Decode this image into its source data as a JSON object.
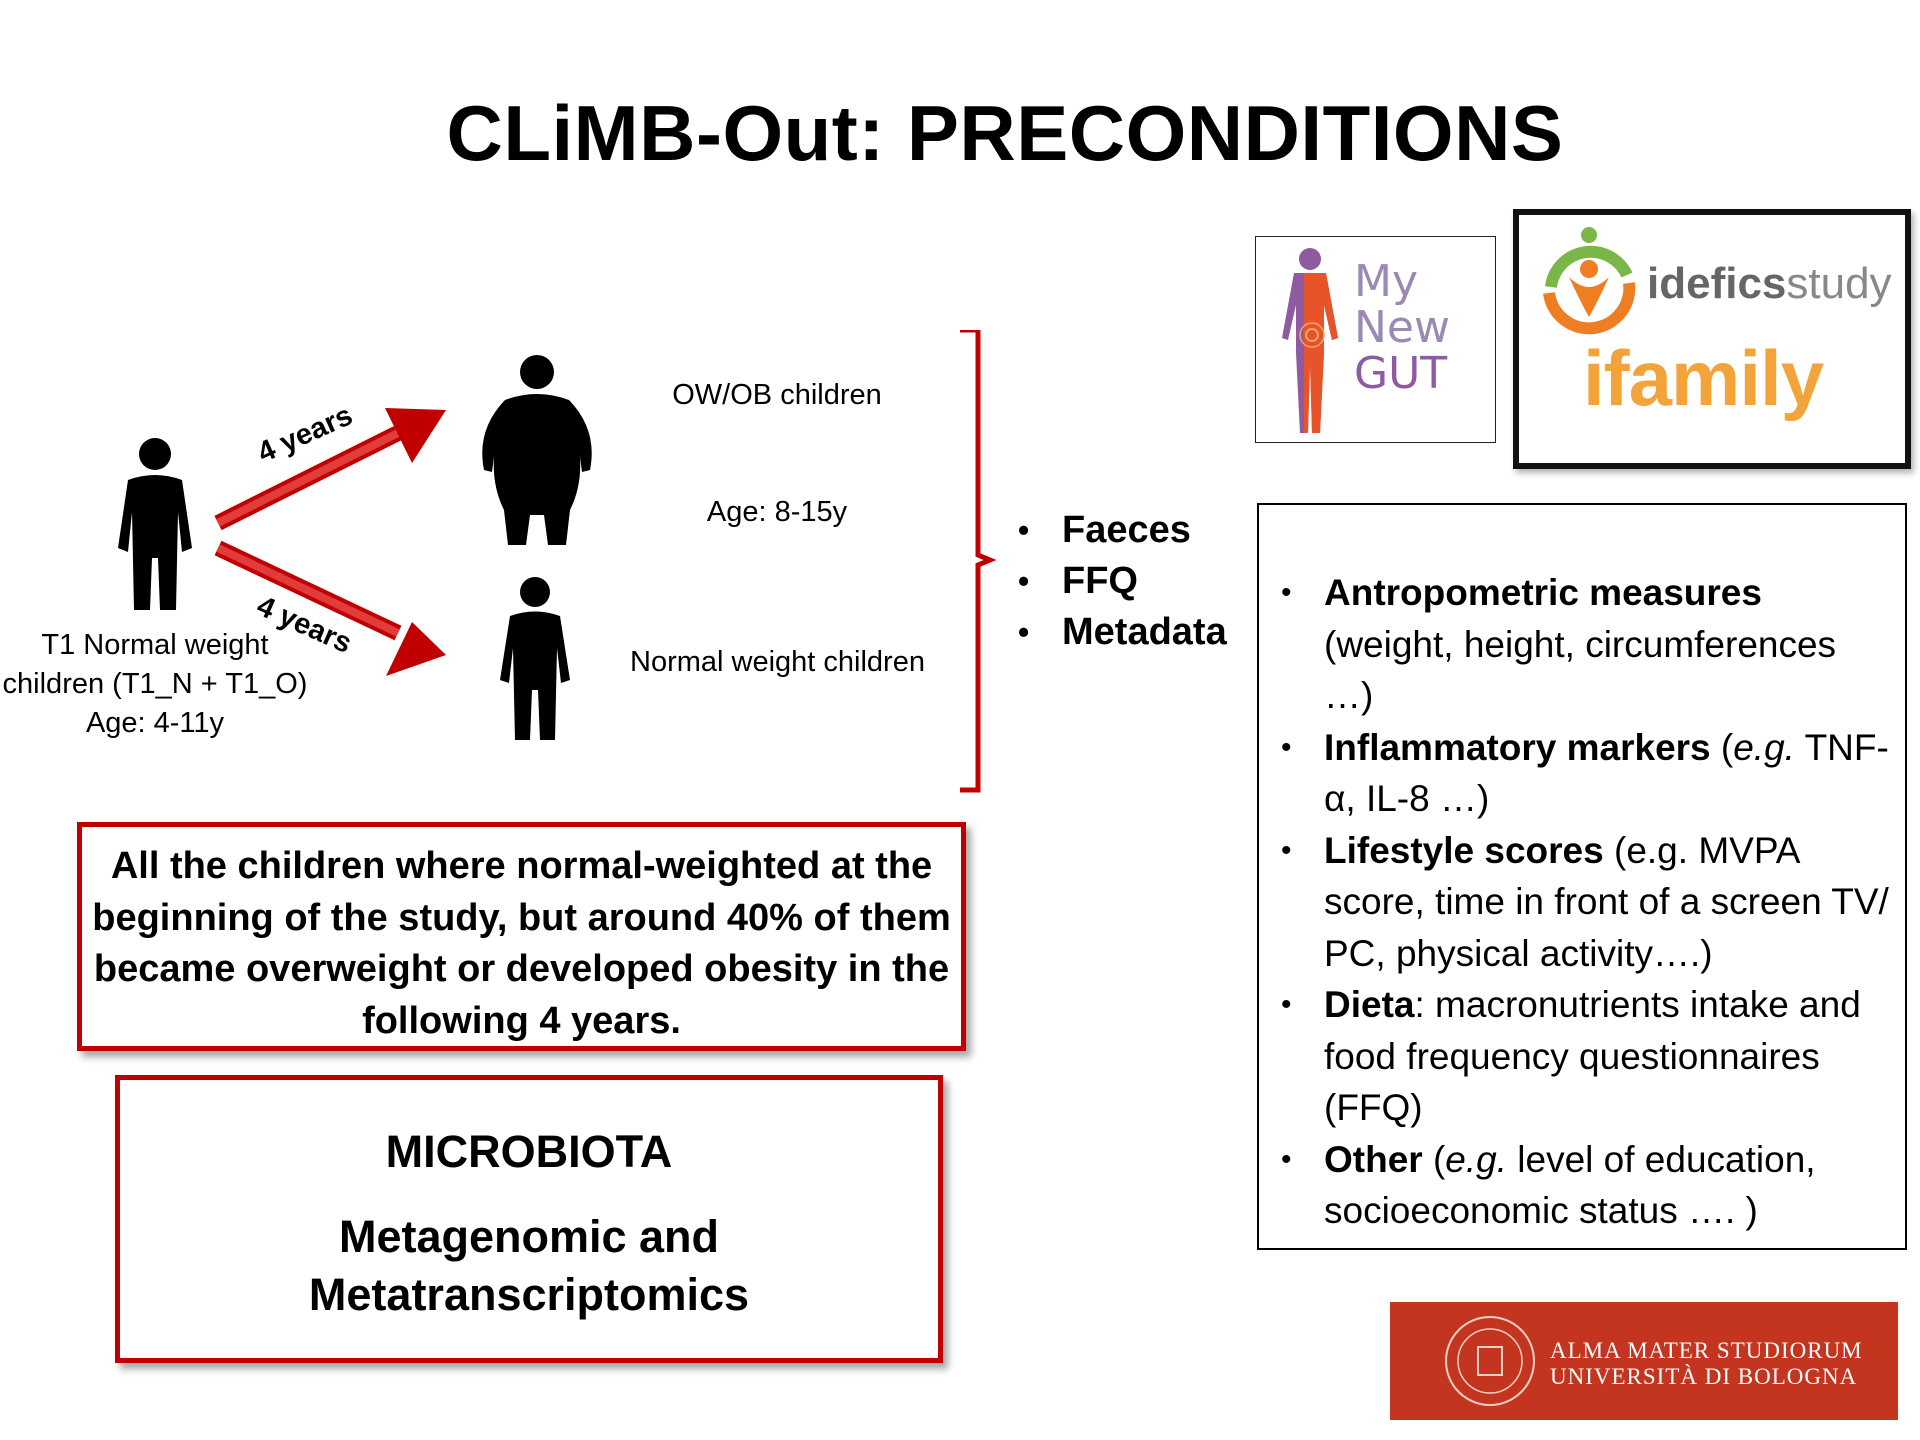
{
  "title": "CLiMB-Out: PRECONDITIONS",
  "diagram": {
    "t1_label": "T1 Normal weight children (T1_N + T1_O)",
    "t1_age": "Age: 4-11y",
    "arrow_upper_label": "4 years",
    "arrow_lower_label": "4 years",
    "owob_label": "OW/OB children",
    "owob_age": "Age: 8-15y",
    "normal_label": "Normal weight children"
  },
  "samples": [
    "Faeces",
    "FFQ",
    "Metadata"
  ],
  "metadata_items": [
    {
      "bold": "Antropometric measures",
      "rest": " (weight, height, circumferences …)"
    },
    {
      "bold": "Inflammatory markers",
      "rest_a": " (",
      "ital": "e.g.",
      "rest": " TNF-α, IL-8 …)"
    },
    {
      "bold": "Lifestyle scores",
      "rest": " (e.g. MVPA score, time in front of a screen TV/ PC, physical activity….)"
    },
    {
      "bold": "Dieta",
      "rest": ": macronutrients intake and food frequency questionnaires (FFQ)"
    },
    {
      "bold": "Other",
      "rest_a": " (",
      "ital": "e.g.",
      "rest": " level of education, socioeconomic status …. )"
    }
  ],
  "summary_text": "All the children where normal-weighted at the beginning of the study, but around 40% of them became overweight or developed obesity in the following 4 years.",
  "microbiota": {
    "heading": "MICROBIOTA",
    "line1": "Metagenomic and",
    "line2": "Metatranscriptomics"
  },
  "logos": {
    "mynewgut": [
      "My",
      "New",
      "GUT"
    ],
    "idefics": [
      "idefics",
      "study"
    ],
    "ifamily": "ifamily",
    "unibo_line1": "ALMA MATER STUDIORUM",
    "unibo_line2": "UNIVERSITÀ DI BOLOGNA"
  },
  "colors": {
    "accent_red": "#c00000",
    "unibo_red": "#c3351f",
    "gut_purple": "#8e5aa0",
    "gut_orange": "#e8542a"
  }
}
